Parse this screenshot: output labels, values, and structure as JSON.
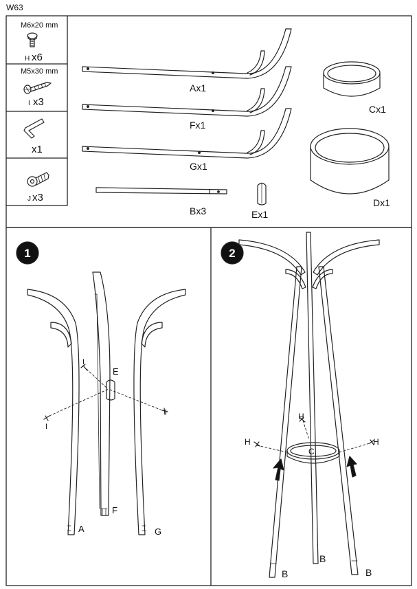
{
  "model_code": "W63",
  "hardware": [
    {
      "size": "M6x20 mm",
      "letter": "H",
      "qty": "x6"
    },
    {
      "size": "M5x30 mm",
      "letter": "I",
      "qty": "x3"
    },
    {
      "size": "",
      "letter": "",
      "qty": "x1"
    },
    {
      "size": "",
      "letter": "J",
      "qty": "x3"
    }
  ],
  "parts": {
    "A": "Ax1",
    "F": "Fx1",
    "G": "Gx1",
    "B": "Bx3",
    "E": "Ex1",
    "C": "Cx1",
    "D": "Dx1"
  },
  "steps": [
    {
      "number": "1",
      "labels": {
        "A": "A",
        "F": "F",
        "G": "G",
        "E": "E",
        "I1": "I",
        "I2": "I",
        "I3": "I"
      }
    },
    {
      "number": "2",
      "labels": {
        "H1": "H",
        "H2": "H",
        "H3": "H",
        "C": "C",
        "B1": "B",
        "B2": "B",
        "B3": "B"
      }
    }
  ],
  "icons": [
    "bolt-icon",
    "screw-icon",
    "allen-key-icon",
    "barrel-nut-icon"
  ]
}
